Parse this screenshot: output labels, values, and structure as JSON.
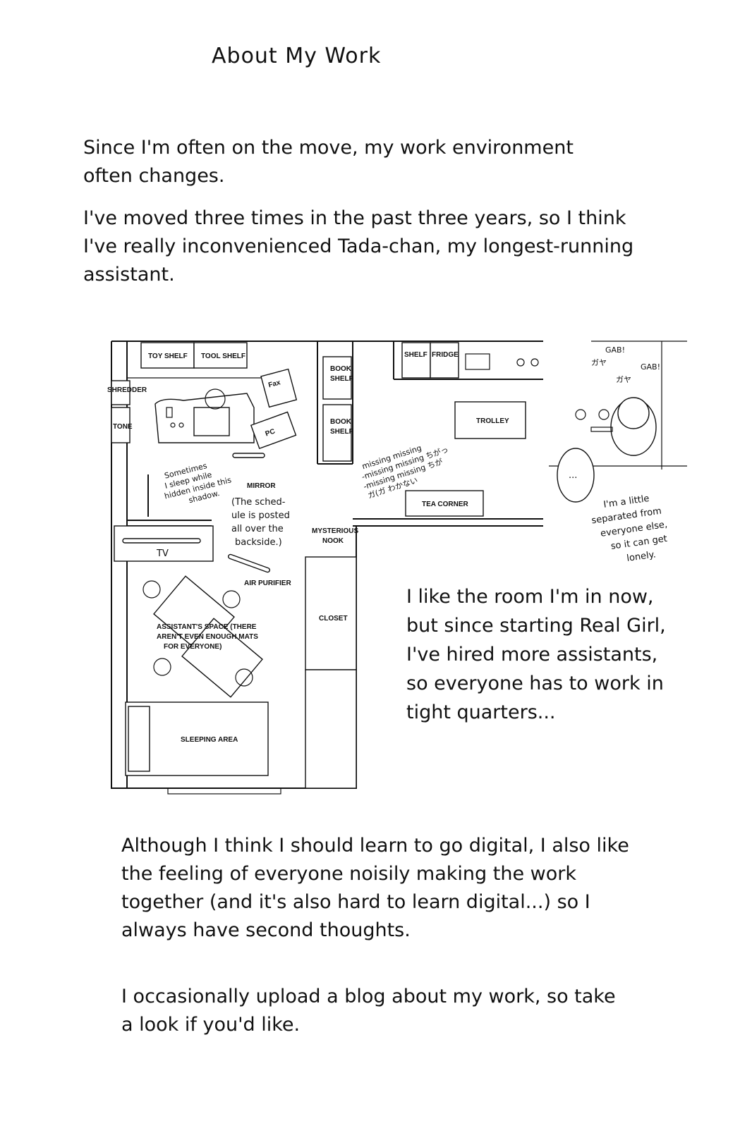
{
  "title": "About My Work",
  "intro": {
    "p1": "Since I'm often on the move, my work environment often changes.",
    "p2": "I've moved three times in the past three years, so I think I've really inconvenienced Tada-chan, my longest-running assistant."
  },
  "floorplan": {
    "labels": {
      "toy_shelf": "TOY SHELF",
      "tool_shelf": "TOOL SHELF",
      "shredder": "SHREDDER",
      "tone": "TONE",
      "fax": "Fax",
      "pc": "PC",
      "book_shelf_1a": "BOOK",
      "book_shelf_1b": "SHELF",
      "book_shelf_2a": "BOOK",
      "book_shelf_2b": "SHELF",
      "shelf": "SHELF",
      "fridge": "FRIDGE",
      "trolley": "TROLLEY",
      "tea_corner": "TEA CORNER",
      "mirror": "MIRROR",
      "tv": "TV",
      "mysterious_nook_a": "MYSTERIOUS",
      "mysterious_nook_b": "NOOK",
      "air_purifier": "AIR PURIFIER",
      "closet": "CLOSET",
      "assistants_space_1": "ASSISTANT'S SPACE (THERE",
      "assistants_space_2": "AREN'T EVEN ENOUGH MATS",
      "assistants_space_3": "FOR EVERYONE)",
      "sleeping_area": "SLEEPING AREA"
    },
    "notes": {
      "sometimes_1": "Sometimes",
      "sometimes_2": "I sleep while",
      "sometimes_3": "hidden inside this",
      "sometimes_4": "shadow.",
      "schedule_1": "(The sched-",
      "schedule_2": "ule is posted",
      "schedule_3": "all over the",
      "schedule_4": "backside.)",
      "missing_1": "missing missing",
      "missing_2": "-missing missing ちがっ",
      "missing_3": "-missing missing ちが",
      "missing_4": "ガ(ガ わかない"
    }
  },
  "side_panel": {
    "sfx_gab_1": "GAB!",
    "sfx_gab_2": "GAB!",
    "sfx_kana_1": "ガヤ",
    "sfx_kana_2": "ガヤ",
    "bubble": "...",
    "caption_1": "I'm a little",
    "caption_2": "separated from",
    "caption_3": "everyone else,",
    "caption_4": "so it can get",
    "caption_5": "lonely."
  },
  "room_text": "I like the room I'm in now, but since starting Real Girl, I've hired more assistants, so everyone has to work in tight quarters...",
  "outro": {
    "p1": "Although I think I should learn to go digital, I also like the feeling of everyone noisily making the work together (and it's also hard to learn digital...) so I always have second thoughts.",
    "p2": "I occasionally upload a blog about my work, so take a look if you'd like."
  }
}
